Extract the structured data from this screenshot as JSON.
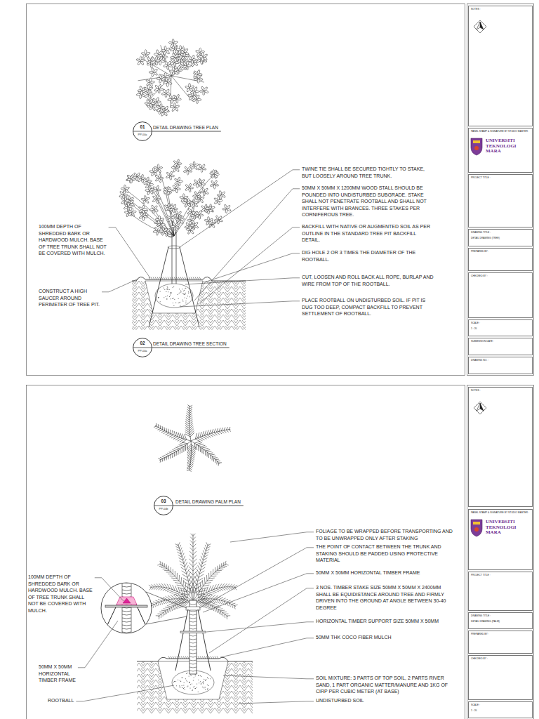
{
  "diagram": {
    "nodes": [
      {
        "text": [
          "01",
          "PP-04a"
        ]
      },
      {
        "text": [
          "02",
          "PP-04a"
        ]
      },
      {
        "text": [
          "NOTES :"
        ]
      },
      {
        "text": [
          "PANEL STAMP & SIGNATURE BY STUDIO MASTER :",
          "UNIVERSITI TEKNOLOGI MARA"
        ]
      },
      {
        "text": [
          "PROJECT TITLE :"
        ]
      },
      {
        "text": [
          "DRAWING TITLE :",
          "DETAIL DRAWING (TREE)"
        ]
      },
      {
        "text": [
          "PREPARED BY :"
        ]
      },
      {
        "text": [
          "CHECKED BY :"
        ]
      },
      {
        "text": [
          "SCALE :",
          "1 : 20"
        ]
      },
      {
        "text": [
          "SUBMISSION DATE :"
        ]
      },
      {
        "text": [
          "DRAWING NO. :"
        ]
      },
      {
        "text": [
          "03",
          "PP-04b"
        ]
      },
      {
        "text": [
          "NOTES :"
        ]
      },
      {
        "text": [
          "PANEL STAMP & SIGNATURE BY STUDIO MASTER :",
          "UNIVERSITI TEKNOLOGI MARA"
        ]
      },
      {
        "text": [
          "PROJECT TITLE :"
        ]
      },
      {
        "text": [
          "DRAWING TITLE :",
          "DETAIL DRAWING (PALM)"
        ]
      },
      {
        "text": [
          "PREPARED BY :"
        ]
      },
      {
        "text": [
          "CHECKED BY :"
        ]
      },
      {
        "text": [
          "SCALE :",
          "1 : 20"
        ]
      }
    ],
    "labels": [
      "DETAIL DRAWING TREE PLAN",
      "TWINE TIE SHALL BE SECURED TIGHTLY TO STAKE, BUT LOOSELY AROUND TREE TRUNK.",
      "50MM X 50MM X 1200MM WOOD STALL SHOULD BE POUNDED INTO UNDISTURBED SUBGRADE. STAKE SHALL NOT PENETRATE ROOTBALL AND SHALL NOT INTERFERE WITH BRANCES. THREE STAKES PER CORNIFEROUS TREE.",
      "100MM DEPTH OF SHREDDED BARK OR HARDWOOD MULCH. BASE OF TREE TRUNK SHALL NOT BE COVERED WITH MULCH.",
      "BACKFILL WITH NATIVE OR AUGMENTED SOIL AS PER OUTLINE IN THE STANDARD TREE PIT BACKFILL DETAIL.",
      "DIG HOLE 2 OR 3 TIMES THE DIAMETER OF THE ROOTBALL.",
      "CUT, LOOSEN AND ROLL BACK ALL ROPE, BURLAP AND WIRE FROM TOP OF THE ROOTBALL.",
      "CONSTRUCT A HIGH SAUCER AROUND PERIMETER OF TREE PIT.",
      "PLACE ROOTBALL ON UNDISTURBED SOIL. IF PIT IS DUG TOO DEEP, COMPACT BACKFILL TO PREVENT SETTLEMENT OF ROOTBALL.",
      "DETAIL DRAWING TREE SECTION",
      "DETAIL DRAWING PALM PLAN",
      "FOLIAGE TO BE WRAPPED BEFORE TRANSPORTING AND TO BE UNWRAPPED ONLY AFTER STAKING",
      "THE POINT OF CONTACT BETWEEN THE TRUNK AND STAKING SHOULD BE PADDED USING PROTECTIVE MATERIAL",
      "100MM DEPTH OF SHREDDED BARK OR HARDWOOD MULCH. BASE OF TREE TRUNK SHALL NOT BE COVERED WITH MULCH.",
      "50MM X 50MM HORIZONTAL TIMBER FRAME",
      "3 NOS. TIMBER STAKE SIZE 50MM X 50MM X 2400MM SHALL BE EQUIDISTANCE AROUND TREE AND FIRMLY DRIVEN INTO THE GROUND AT ANGLE BETWEEN 30-40 DEGREE",
      "HORIZONTAL TIMBER SUPPORT SIZE 50MM X 50MM",
      "50MM THK COCO FIBER MULCH",
      "50MM X 50MM HORIZONTAL TIMBER FRAME",
      "SOIL MIXTURE: 3 PARTS OF TOP SOIL, 2 PARTS RIVER SAND, 1 PART ORGANIC MATTER/MANURE AND 1KG OF CIRP PER CUBIC METER (AT BASE)",
      "ROOTBALL",
      "UNDISTURBED SOIL"
    ]
  }
}
